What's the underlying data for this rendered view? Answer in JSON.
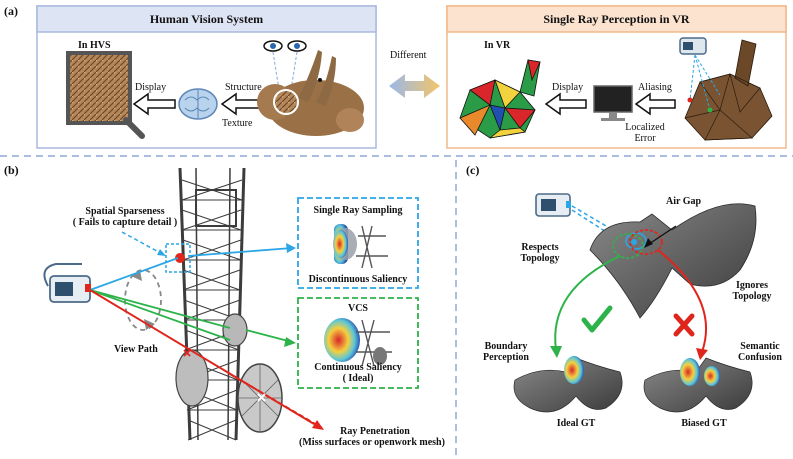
{
  "panel_a": {
    "label": "(a)",
    "hvs": {
      "title": "Human Vision System",
      "in_label": "In HVS",
      "display": "Display",
      "structure": "Structure",
      "texture": "Texture"
    },
    "different": "Different",
    "vr": {
      "title": "Single Ray Perception in VR",
      "in_label": "In VR",
      "display": "Display",
      "aliasing": "Aliasing",
      "localized_error_1": "Localized",
      "localized_error_2": "Error"
    }
  },
  "panel_b": {
    "label": "(b)",
    "spatial_1": "Spatial Sparseness",
    "spatial_2": "( Fails to capture detail )",
    "view_path": "View Path",
    "single_ray_title": "Single Ray Sampling",
    "single_ray_caption": "Discontinuous Saliency",
    "vcs_title": "VCS",
    "vcs_caption_1": "Continuous Saliency",
    "vcs_caption_2": "( Ideal)",
    "ray_pen_1": "Ray Penetration",
    "ray_pen_2": "(Miss surfaces or openwork mesh)"
  },
  "panel_c": {
    "label": "(c)",
    "air_gap": "Air Gap",
    "respects_1": "Respects",
    "respects_2": "Topology",
    "ignores_1": "Ignores",
    "ignores_2": "Topology",
    "boundary_1": "Boundary",
    "boundary_2": "Perception",
    "semantic_1": "Semantic",
    "semantic_2": "Confusion",
    "ideal_gt": "Ideal GT",
    "biased_gt": "Biased GT"
  },
  "colors": {
    "hvs_border": "#a9b8e0",
    "hvs_title_bg": "#dde4f4",
    "vr_border": "#f2b88a",
    "vr_title_bg": "#fbe3cf",
    "blue": "#2ba6e6",
    "green": "#2db34a",
    "red": "#e0251c",
    "divider": "#8ea9d6"
  }
}
